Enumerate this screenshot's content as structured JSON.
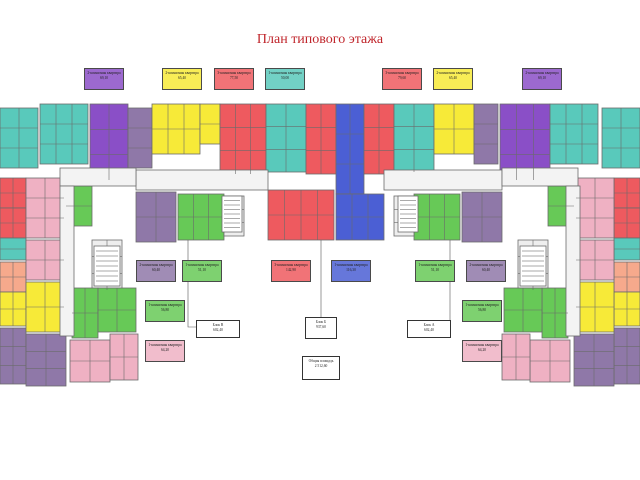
{
  "title": "План типового этажа",
  "colors": {
    "teal": "#59c9bb",
    "violet": "#8a4fc7",
    "yellow": "#f7ea38",
    "red": "#ee5a5f",
    "blue": "#4b5fd4",
    "green": "#67c957",
    "purple": "#8f78a8",
    "peach": "#f6a98c",
    "pink": "#efb1c3",
    "walls": "#6b6b6b",
    "background": "#ffffff",
    "title": "#c0262c"
  },
  "top_labels": [
    {
      "name": "2-комнатная квартира",
      "area": "69,10",
      "color": "violet"
    },
    {
      "name": "2-комнатная квартира",
      "area": "65,40",
      "color": "yellow"
    },
    {
      "name": "3-комнатная квартира",
      "area": "77,50",
      "color": "red"
    },
    {
      "name": "1-комнатная квартира",
      "area": "50,00",
      "color": "teal"
    },
    {
      "name": "3-комнатная квартира",
      "area": "79,60",
      "color": "red"
    },
    {
      "name": "2-комнатная квартира",
      "area": "65,40",
      "color": "yellow"
    },
    {
      "name": "2-комнатная квартира",
      "area": "69,10",
      "color": "violet"
    }
  ],
  "mid_labels": [
    {
      "name": "2-комнатная квартира",
      "area": "60,40",
      "color": "purple"
    },
    {
      "name": "1-комнатная квартира",
      "area": "51,10",
      "color": "green"
    },
    {
      "name": "3-комнатная квартира",
      "area": "142,90",
      "color": "red"
    },
    {
      "name": "1-комнатная квартира",
      "area": "116,30",
      "color": "blue"
    },
    {
      "name": "1-комнатная квартира",
      "area": "51,10",
      "color": "green"
    },
    {
      "name": "2-комнатная квартира",
      "area": "60,40",
      "color": "purple"
    }
  ],
  "side_labels": [
    {
      "name": "1-комнатная квартира",
      "area": "56,80",
      "color": "green"
    },
    {
      "name": "1-комнатная квартира",
      "area": "64,20",
      "color": "pink"
    },
    {
      "name": "1-комнатная квартира",
      "area": "56,80",
      "color": "green"
    },
    {
      "name": "1-комнатная квартира",
      "area": "64,20",
      "color": "pink"
    }
  ],
  "blocks": [
    {
      "name": "Блок В",
      "area": "602,40"
    },
    {
      "name": "Блок Б",
      "area": "937,60"
    },
    {
      "name": "Блок А",
      "area": "602,40"
    }
  ],
  "total": {
    "name": "Общая площадь",
    "area": "2 512,60"
  }
}
